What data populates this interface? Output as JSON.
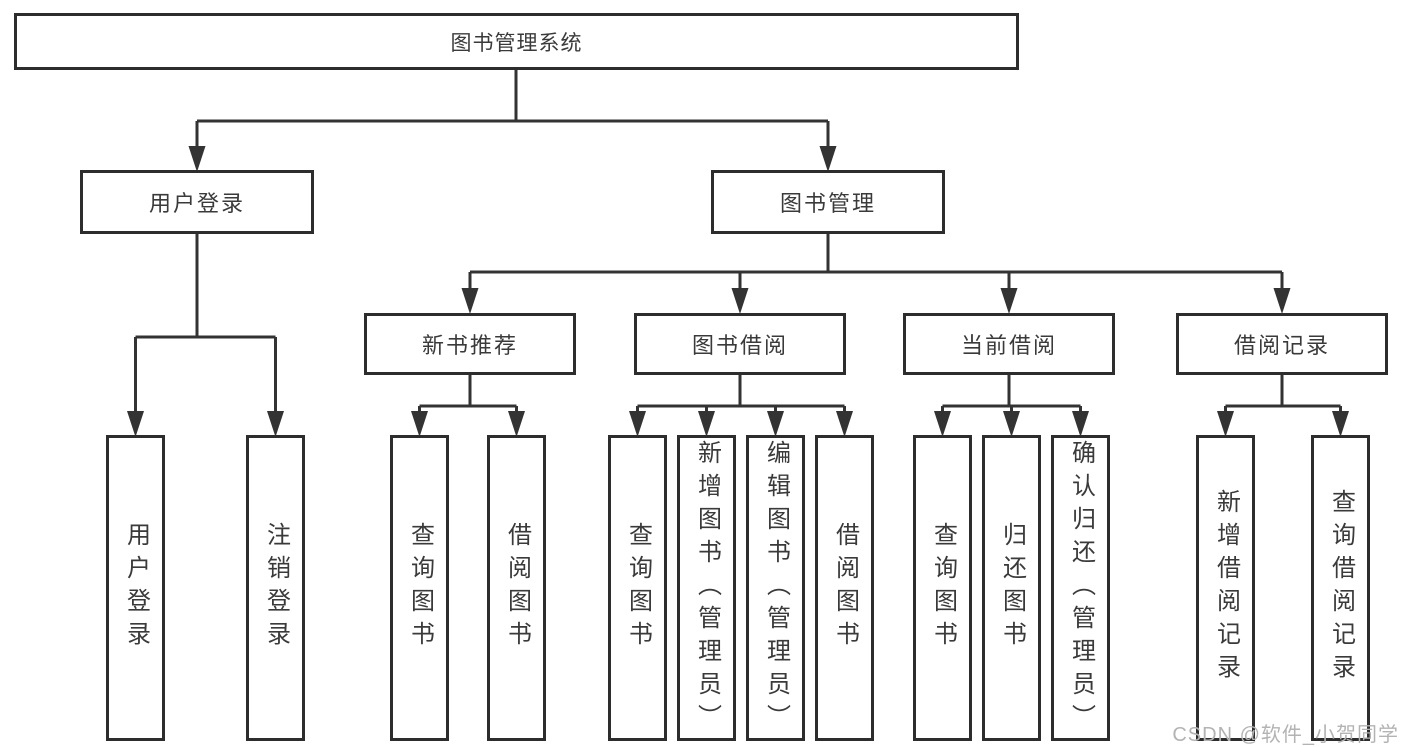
{
  "diagram": {
    "root": {
      "label": "图书管理系统",
      "children": [
        {
          "label": "用户登录",
          "children": [
            {
              "label": "用户登录"
            },
            {
              "label": "注销登录"
            }
          ]
        },
        {
          "label": "图书管理",
          "children": [
            {
              "label": "新书推荐",
              "children": [
                {
                  "label": "查询图书"
                },
                {
                  "label": "借阅图书"
                }
              ]
            },
            {
              "label": "图书借阅",
              "children": [
                {
                  "label": "查询图书"
                },
                {
                  "label": "新增图书（管理员）"
                },
                {
                  "label": "编辑图书（管理员）"
                },
                {
                  "label": "借阅图书"
                }
              ]
            },
            {
              "label": "当前借阅",
              "children": [
                {
                  "label": "查询图书"
                },
                {
                  "label": "归还图书"
                },
                {
                  "label": "确认归还（管理员）"
                }
              ]
            },
            {
              "label": "借阅记录",
              "children": [
                {
                  "label": "新增借阅记录"
                },
                {
                  "label": "查询借阅记录"
                }
              ]
            }
          ]
        }
      ]
    }
  },
  "watermark": {
    "text": "CSDN @软件_小贺同学"
  },
  "colors": {
    "box_border": "#2d2d2d",
    "connector_line": "#333333",
    "text": "#3a3a3a",
    "watermark": "#b3b3b3",
    "background": "#ffffff"
  }
}
